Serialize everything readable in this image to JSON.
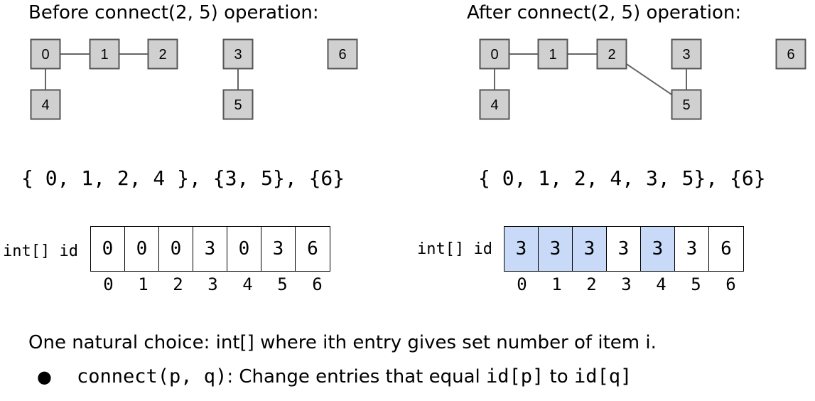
{
  "left": {
    "title": "Before connect(2, 5) operation:",
    "nodes": [
      "0",
      "1",
      "2",
      "3",
      "4",
      "5",
      "6"
    ],
    "edges": [
      [
        "0",
        "1"
      ],
      [
        "1",
        "2"
      ],
      [
        "0",
        "4"
      ],
      [
        "3",
        "5"
      ]
    ],
    "sets": "{ 0, 1, 2, 4 }, {3, 5}, {6}",
    "array_label": "int[] id",
    "values": [
      "0",
      "0",
      "0",
      "3",
      "0",
      "3",
      "6"
    ],
    "highlight": [
      false,
      false,
      false,
      false,
      false,
      false,
      false
    ],
    "indices": [
      "0",
      "1",
      "2",
      "3",
      "4",
      "5",
      "6"
    ]
  },
  "right": {
    "title": "After connect(2, 5) operation:",
    "nodes": [
      "0",
      "1",
      "2",
      "3",
      "4",
      "5",
      "6"
    ],
    "edges": [
      [
        "0",
        "1"
      ],
      [
        "1",
        "2"
      ],
      [
        "0",
        "4"
      ],
      [
        "3",
        "5"
      ],
      [
        "2",
        "5"
      ]
    ],
    "sets": "{ 0, 1, 2, 4, 3, 5}, {6}",
    "array_label": "int[] id",
    "values": [
      "3",
      "3",
      "3",
      "3",
      "3",
      "3",
      "6"
    ],
    "highlight": [
      true,
      true,
      true,
      false,
      true,
      false,
      false
    ],
    "indices": [
      "0",
      "1",
      "2",
      "3",
      "4",
      "5",
      "6"
    ]
  },
  "description": "One natural choice: int[] where ith entry gives set number of item i.",
  "bullet": {
    "symbol": "●",
    "code": "connect(p, q)",
    "text_mid": ": Change entries that equal ",
    "code2": "id[p]",
    "text_to": " to ",
    "code3": "id[q]"
  },
  "colors": {
    "node_fill": "#d0d0d0",
    "node_stroke": "#555555",
    "edge": "#666666",
    "highlight": "#c9daf8"
  }
}
